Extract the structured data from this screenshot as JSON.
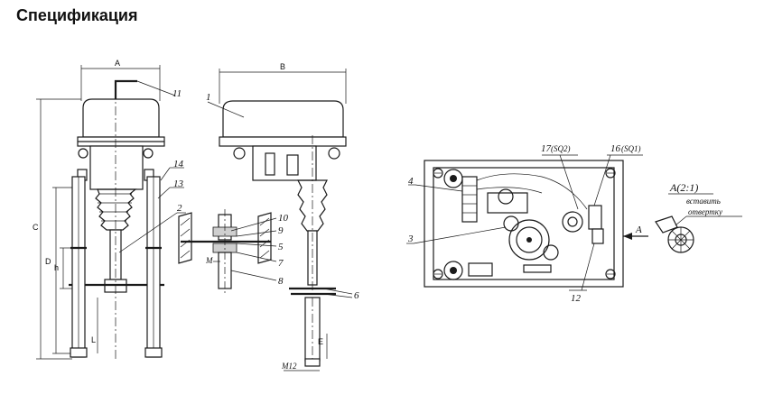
{
  "page": {
    "title": "Спецификация"
  },
  "front_view": {
    "dims": {
      "a": "A",
      "c": "C",
      "d": "D",
      "h": "h",
      "l": "L"
    },
    "callouts": {
      "c11": "11",
      "c14": "14",
      "c13": "13",
      "c2": "2"
    }
  },
  "side_view": {
    "dims": {
      "b": "B",
      "e": "E",
      "thread": "M12"
    },
    "callouts": {
      "c1": "1",
      "c6": "6"
    }
  },
  "detail_view": {
    "dims": {
      "m": "M"
    },
    "callouts": {
      "c10": "10",
      "c9": "9",
      "c5": "5",
      "c7": "7",
      "c8": "8"
    }
  },
  "top_view": {
    "callouts": {
      "c4": "4",
      "c3": "3",
      "c17": "17",
      "c17_sub": "(SQ2)",
      "c16": "16",
      "c16_sub": "(SQ1)",
      "c12": "12"
    },
    "arrow_label": "A"
  },
  "zoom_view": {
    "title": "A(2:1)",
    "note_line1": "вставить",
    "note_line2": "отвертку"
  }
}
